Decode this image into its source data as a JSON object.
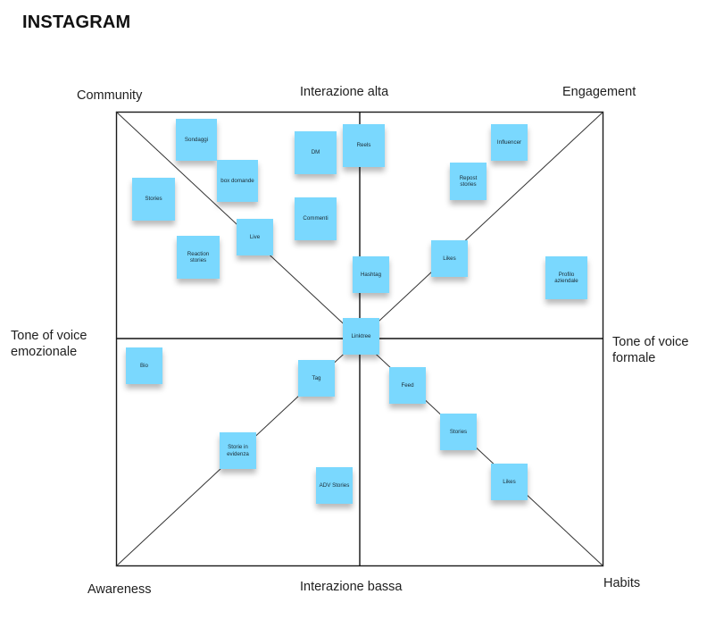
{
  "title": "INSTAGRAM",
  "axis_labels": {
    "top_left": "Community",
    "top_center": "Interazione alta",
    "top_right": "Engagement",
    "left_line1": "Tone of voice",
    "left_line2": "emozionale",
    "right_line1": "Tone of voice",
    "right_line2": "formale",
    "bottom_left": "Awareness",
    "bottom_center": "Interazione bassa",
    "bottom_right": "Habits"
  },
  "colors": {
    "note": "#7ad8fe",
    "line": "#1a1a1a"
  },
  "notes": [
    {
      "label": "Sondaggi",
      "quadrant": "top-left"
    },
    {
      "label": "box domande",
      "quadrant": "top-left"
    },
    {
      "label": "Stories",
      "quadrant": "top-left"
    },
    {
      "label": "Live",
      "quadrant": "top-left"
    },
    {
      "label": "Reaction stories",
      "quadrant": "top-left"
    },
    {
      "label": "DM",
      "quadrant": "top-left"
    },
    {
      "label": "Commenti",
      "quadrant": "top-left"
    },
    {
      "label": "Reels",
      "quadrant": "top-center"
    },
    {
      "label": "Hashtag",
      "quadrant": "top-center"
    },
    {
      "label": "Influencer",
      "quadrant": "top-right"
    },
    {
      "label": "Repost stories",
      "quadrant": "top-right"
    },
    {
      "label": "Likes",
      "quadrant": "top-right"
    },
    {
      "label": "Profilo aziendale",
      "quadrant": "top-right"
    },
    {
      "label": "Linktree",
      "quadrant": "center"
    },
    {
      "label": "Bio",
      "quadrant": "bottom-left"
    },
    {
      "label": "Tag",
      "quadrant": "bottom-left"
    },
    {
      "label": "Storie in evidenza",
      "quadrant": "bottom-left"
    },
    {
      "label": "ADV Stories",
      "quadrant": "bottom-left"
    },
    {
      "label": "Feed",
      "quadrant": "bottom-right"
    },
    {
      "label": "Stories",
      "quadrant": "bottom-right"
    },
    {
      "label": "Likes",
      "quadrant": "bottom-right"
    }
  ]
}
